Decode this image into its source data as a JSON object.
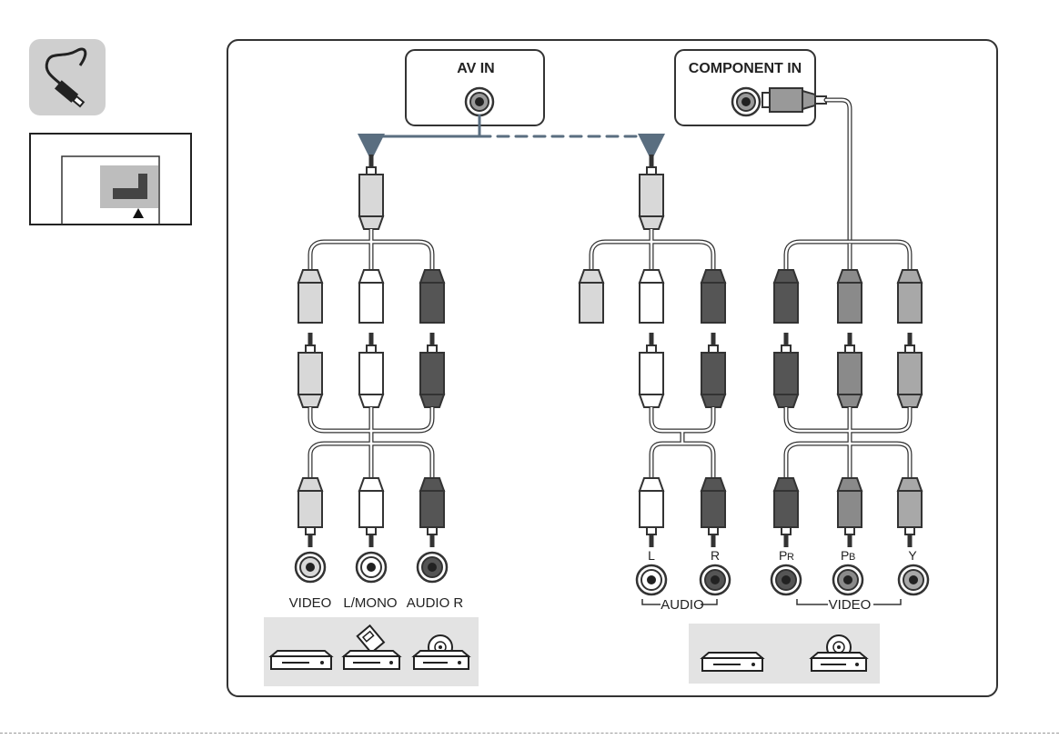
{
  "panel": {
    "av_in_label": "AV IN",
    "component_in_label": "COMPONENT IN"
  },
  "composite_jacks": {
    "video": "VIDEO",
    "l_mono": "L/MONO",
    "audio_r": "AUDIO R"
  },
  "component_jacks": {
    "l": "L",
    "r": "R",
    "pr_main": "P",
    "pr_sub": "R",
    "pb_main": "P",
    "pb_sub": "B",
    "y": "Y",
    "audio_group": "AUDIO",
    "video_group": "VIDEO"
  },
  "icons": {
    "cable": "cable-icon",
    "connector_location": "connector-location-icon",
    "devices": [
      "dvd-player-icon",
      "set-top-box-icon",
      "disc-player-icon"
    ]
  },
  "colors": {
    "video_plug": "#d8d8d8",
    "white_plug": "#ffffff",
    "red_plug": "#555555",
    "green_plug": "#8a8a8a",
    "blue_plug": "#555555",
    "device_panel_bg": "#e3e3e3"
  }
}
